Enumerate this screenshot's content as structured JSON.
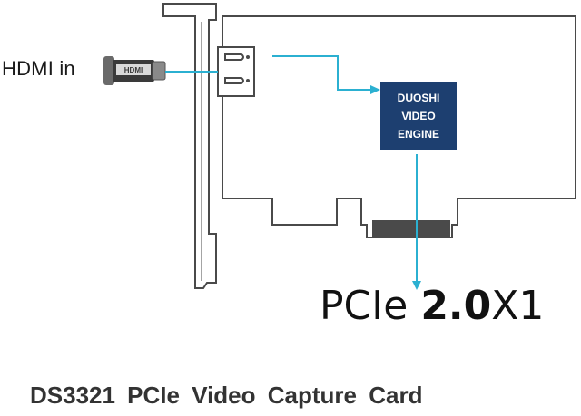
{
  "input_label": "HDMI in",
  "connector_text": "HDMI",
  "engine": {
    "line1": "DUOSHI",
    "line2": "VIDEO",
    "line3": "ENGINE"
  },
  "pcie": {
    "prefix": "PCIe",
    "version": "2.0",
    "lanes": "X1"
  },
  "caption": "DS3321 PCIe Video Capture Card",
  "colors": {
    "accent_line": "#2bb0d1",
    "engine_box": "#1d3f70",
    "outline": "#4a4a4a"
  }
}
